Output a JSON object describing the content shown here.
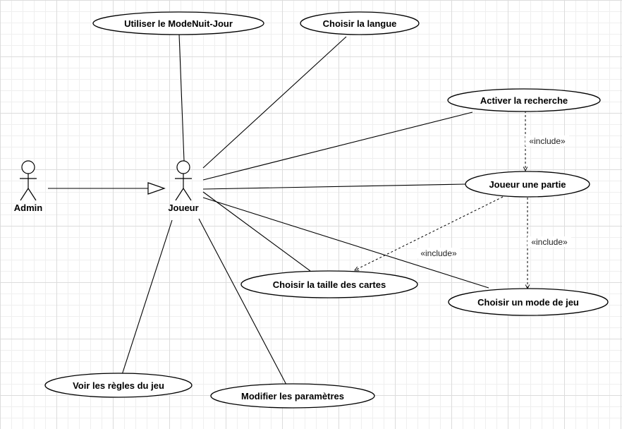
{
  "actors": {
    "admin": {
      "label": "Admin"
    },
    "joueur": {
      "label": "Joueur"
    }
  },
  "use_cases": {
    "mode_nuit_jour": "Utiliser le ModeNuit-Jour",
    "choisir_langue": "Choisir la langue",
    "activer_recherche": "Activer la recherche",
    "jouer_partie": "Joueur une partie",
    "choisir_taille_cartes": "Choisir la taille des cartes",
    "choisir_mode_jeu": "Choisir un mode de jeu",
    "voir_regles": "Voir les règles du jeu",
    "modifier_parametres": "Modifier les paramètres"
  },
  "relations": {
    "include_1": "«include»",
    "include_2": "«include»",
    "include_3": "«include»"
  }
}
